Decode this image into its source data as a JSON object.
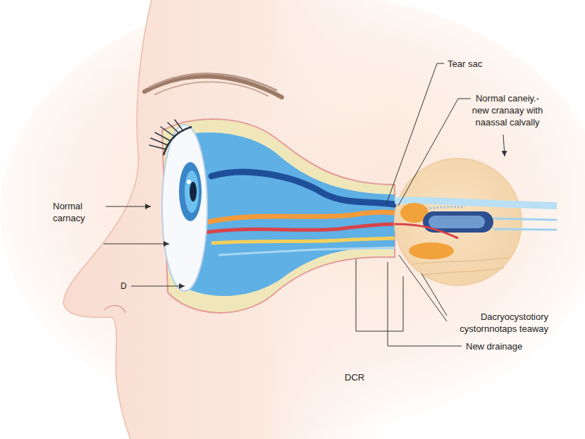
{
  "diagram": {
    "caption": "DCR",
    "labels": [
      "Tear sac",
      "Normal caneiy.- new cranaay with naassal calvally",
      "Normal carnacy",
      "D",
      "Dacryocystotiory cystornnotaps teaway",
      "New drainage"
    ]
  }
}
